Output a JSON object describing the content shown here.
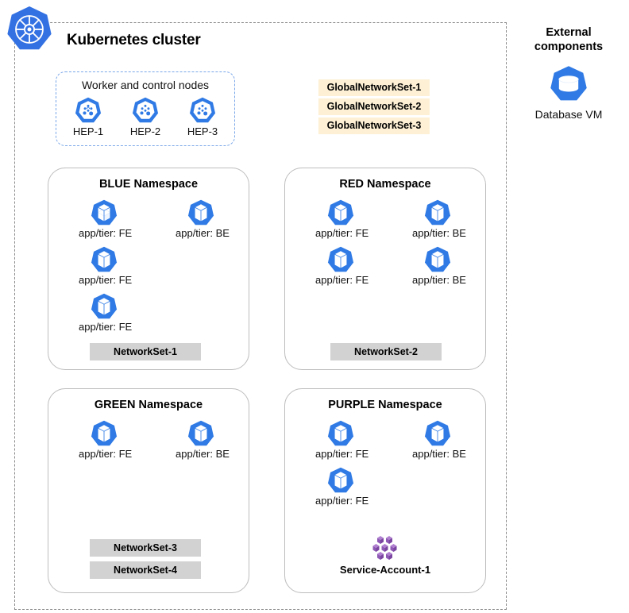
{
  "cluster": {
    "title": "Kubernetes cluster",
    "logo_icon": "kubernetes-wheel-icon",
    "border_color": "#8a8a8a"
  },
  "nodes_group": {
    "title": "Worker and control nodes",
    "border_color": "#7aa7e8",
    "nodes": [
      {
        "label": "HEP-1",
        "icon": "host-endpoint-icon"
      },
      {
        "label": "HEP-2",
        "icon": "host-endpoint-icon"
      },
      {
        "label": "HEP-3",
        "icon": "host-endpoint-icon"
      }
    ]
  },
  "global_network_sets": {
    "badge_color": "#fdf0d5",
    "items": [
      {
        "label": "GlobalNetworkSet-1"
      },
      {
        "label": "GlobalNetworkSet-2"
      },
      {
        "label": "GlobalNetworkSet-3"
      }
    ]
  },
  "external": {
    "title": "External components",
    "items": [
      {
        "label": "Database VM",
        "icon": "database-vm-icon"
      }
    ]
  },
  "namespaces": [
    {
      "id": "blue",
      "title": "BLUE Namespace",
      "pods": [
        {
          "label": "app/tier: FE",
          "icon": "pod-icon"
        },
        {
          "label": "app/tier: BE",
          "icon": "pod-icon"
        },
        {
          "label": "app/tier: FE",
          "icon": "pod-icon"
        },
        {
          "label": "app/tier: FE",
          "icon": "pod-icon"
        }
      ],
      "network_sets": [
        {
          "label": "NetworkSet-1"
        }
      ]
    },
    {
      "id": "red",
      "title": "RED Namespace",
      "pods": [
        {
          "label": "app/tier: FE",
          "icon": "pod-icon"
        },
        {
          "label": "app/tier: BE",
          "icon": "pod-icon"
        },
        {
          "label": "app/tier: FE",
          "icon": "pod-icon"
        },
        {
          "label": "app/tier: BE",
          "icon": "pod-icon"
        }
      ],
      "network_sets": [
        {
          "label": "NetworkSet-2"
        }
      ]
    },
    {
      "id": "green",
      "title": "GREEN Namespace",
      "pods": [
        {
          "label": "app/tier: FE",
          "icon": "pod-icon"
        },
        {
          "label": "app/tier: BE",
          "icon": "pod-icon"
        }
      ],
      "network_sets": [
        {
          "label": "NetworkSet-3"
        },
        {
          "label": "NetworkSet-4"
        }
      ]
    },
    {
      "id": "purple",
      "title": "PURPLE Namespace",
      "pods": [
        {
          "label": "app/tier: FE",
          "icon": "pod-icon"
        },
        {
          "label": "app/tier: BE",
          "icon": "pod-icon"
        },
        {
          "label": "app/tier: FE",
          "icon": "pod-icon"
        }
      ],
      "service_account": {
        "label": "Service-Account-1",
        "icon": "service-account-icon"
      },
      "network_sets": []
    }
  ],
  "colors": {
    "kubernetes_blue": "#3371e3",
    "pod_blue": "#2f7ae5",
    "networkset_gray": "#d2d2d2",
    "globalnetworkset_cream": "#fdf0d5",
    "service_account_purple": "#8e58b5"
  }
}
